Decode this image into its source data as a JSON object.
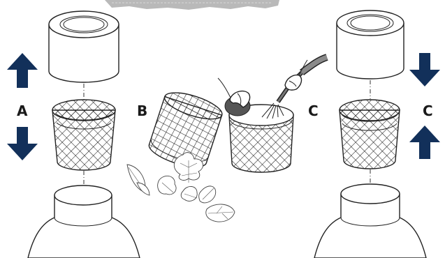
{
  "labels": {
    "step_a": "A",
    "step_b": "B",
    "step_c_left": "C",
    "step_c_right": "C"
  },
  "colors": {
    "arrow": "#12305a",
    "line": "#222222",
    "background": "#ffffff"
  },
  "icons": [
    "arrow-up-icon",
    "arrow-down-icon",
    "sponge-icon",
    "hand-icon",
    "hose-icon",
    "leaf-icon"
  ]
}
